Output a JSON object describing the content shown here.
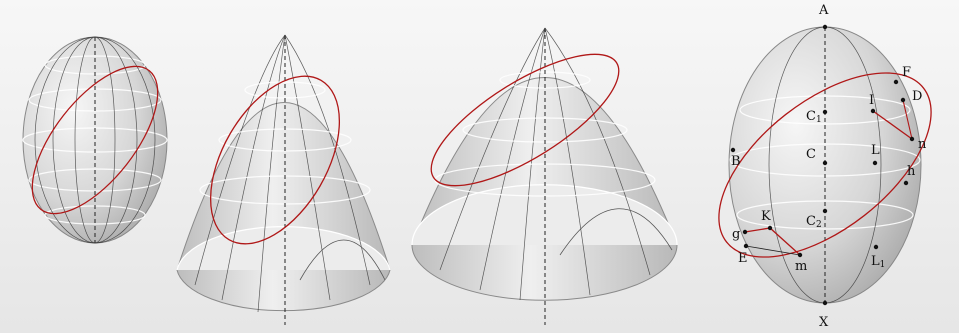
{
  "figure": {
    "panels": [
      "ellipsoid",
      "paraboloid",
      "hyperboloid",
      "labeled-ellipsoid"
    ],
    "colors": {
      "background": "#f2f2f2",
      "surface": "#d9d9d9",
      "section_curve": "#b01818",
      "grid_lines": "#ffffff",
      "meridians": "#2a2a2a"
    },
    "labels": {
      "A": "A",
      "X": "X",
      "F": "F",
      "D": "D",
      "I": "I",
      "C1": "C",
      "C1_sub": "1",
      "L": "L",
      "n": "n",
      "C": "C",
      "B": "B",
      "h": "h",
      "K": "K",
      "C2": "C",
      "C2_sub": "2",
      "g": "g",
      "E": "E",
      "m": "m",
      "L1": "L",
      "L1_sub": "1"
    }
  }
}
